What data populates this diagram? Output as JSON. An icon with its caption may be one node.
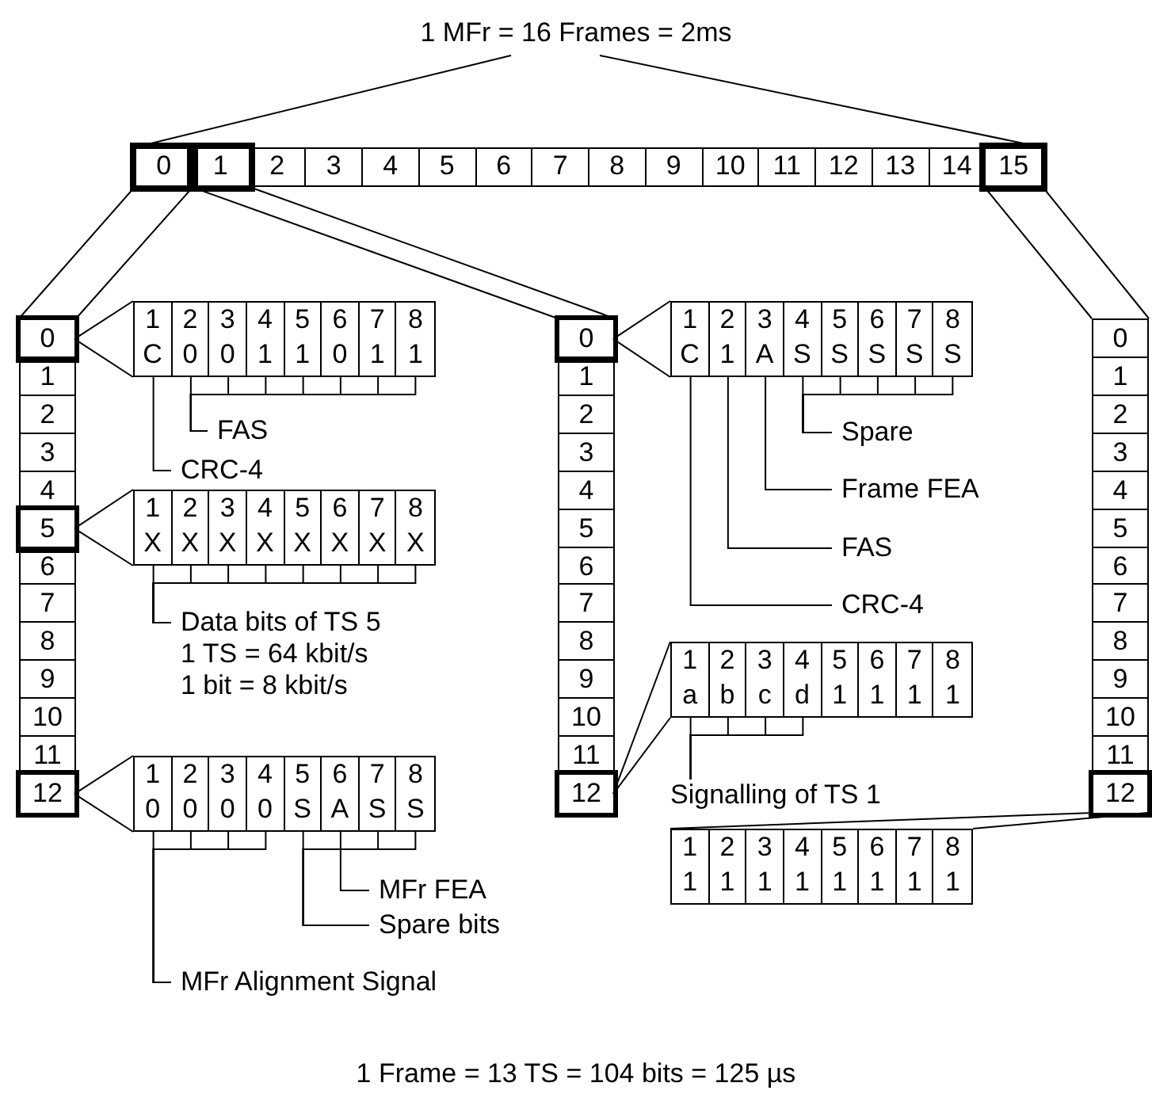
{
  "diagram": {
    "title": "1 MFr = 16 Frames = 2ms",
    "caption": "1 Frame = 13 TS = 104 bits = 125 µs",
    "nodes": [
      {
        "text": [
          "0"
        ]
      },
      {
        "text": [
          "1"
        ]
      },
      {
        "text": [
          "2"
        ]
      },
      {
        "text": [
          "3"
        ]
      },
      {
        "text": [
          "4"
        ]
      },
      {
        "text": [
          "5"
        ]
      },
      {
        "text": [
          "6"
        ]
      },
      {
        "text": [
          "7"
        ]
      },
      {
        "text": [
          "8"
        ]
      },
      {
        "text": [
          "9"
        ]
      },
      {
        "text": [
          "10"
        ]
      },
      {
        "text": [
          "11"
        ]
      },
      {
        "text": [
          "12"
        ]
      },
      {
        "text": [
          "13"
        ]
      },
      {
        "text": [
          "14"
        ]
      },
      {
        "text": [
          "15"
        ]
      },
      {
        "text": [],
        "shape": "box"
      },
      {
        "text": [
          "0"
        ],
        "in": 16
      },
      {
        "text": [
          "1"
        ],
        "in": 16
      },
      {
        "text": [
          "2"
        ],
        "in": 16
      },
      {
        "text": [
          "3"
        ],
        "in": 16
      },
      {
        "text": [
          "4"
        ],
        "in": 16
      },
      {
        "text": [
          "5"
        ],
        "in": 16
      },
      {
        "text": [
          "6"
        ],
        "in": 16
      },
      {
        "text": [
          "7"
        ],
        "in": 16
      },
      {
        "text": [
          "8"
        ],
        "in": 16
      },
      {
        "text": [
          "9"
        ],
        "in": 16
      },
      {
        "text": [
          "10"
        ],
        "in": 16
      },
      {
        "text": [
          "11"
        ],
        "in": 16
      },
      {
        "text": [
          "12"
        ],
        "in": 16
      },
      {
        "text": [],
        "shape": "box"
      },
      {
        "text": [
          "1",
          "C"
        ],
        "in": 30
      },
      {
        "text": [
          "2",
          "0"
        ],
        "in": 30
      },
      {
        "text": [
          "3",
          "0"
        ],
        "in": 30
      },
      {
        "text": [
          "4",
          "1"
        ],
        "in": 30
      },
      {
        "text": [
          "5",
          "1"
        ],
        "in": 30
      },
      {
        "text": [
          "6",
          "0"
        ],
        "in": 30
      },
      {
        "text": [
          "7",
          "1"
        ],
        "in": 30
      },
      {
        "text": [
          "8",
          "1"
        ],
        "in": 30
      },
      {
        "text": [
          "FAS"
        ]
      },
      {
        "text": [
          "CRC-4"
        ]
      },
      {
        "text": [],
        "shape": "box"
      },
      {
        "text": [
          "1",
          "X"
        ],
        "in": 41
      },
      {
        "text": [
          "2",
          "X"
        ],
        "in": 41
      },
      {
        "text": [
          "3",
          "X"
        ],
        "in": 41
      },
      {
        "text": [
          "4",
          "X"
        ],
        "in": 41
      },
      {
        "text": [
          "5",
          "X"
        ],
        "in": 41
      },
      {
        "text": [
          "6",
          "X"
        ],
        "in": 41
      },
      {
        "text": [
          "7",
          "X"
        ],
        "in": 41
      },
      {
        "text": [
          "8",
          "X"
        ],
        "in": 41
      },
      {
        "text": [
          "Data bits of TS 5",
          "1 TS = 64 kbit/s",
          "1 bit = 8 kbit/s"
        ]
      },
      {
        "text": [],
        "shape": "box"
      },
      {
        "text": [
          "1",
          "0"
        ],
        "in": 51
      },
      {
        "text": [
          "2",
          "0"
        ],
        "in": 51
      },
      {
        "text": [
          "3",
          "0"
        ],
        "in": 51
      },
      {
        "text": [
          "4",
          "0"
        ],
        "in": 51
      },
      {
        "text": [
          "5",
          "S"
        ],
        "in": 51
      },
      {
        "text": [
          "6",
          "A"
        ],
        "in": 51
      },
      {
        "text": [
          "7",
          "S"
        ],
        "in": 51
      },
      {
        "text": [
          "8",
          "S"
        ],
        "in": 51
      },
      {
        "text": [
          "MFr FEA"
        ]
      },
      {
        "text": [
          "Spare bits"
        ]
      },
      {
        "text": [
          "MFr Alignment Signal"
        ]
      },
      {
        "text": [],
        "shape": "box"
      },
      {
        "text": [
          "0"
        ],
        "in": 63
      },
      {
        "text": [
          "1"
        ],
        "in": 63
      },
      {
        "text": [
          "2"
        ],
        "in": 63
      },
      {
        "text": [
          "3"
        ],
        "in": 63
      },
      {
        "text": [
          "4"
        ],
        "in": 63
      },
      {
        "text": [
          "5"
        ],
        "in": 63
      },
      {
        "text": [
          "6"
        ],
        "in": 63
      },
      {
        "text": [
          "7"
        ],
        "in": 63
      },
      {
        "text": [
          "8"
        ],
        "in": 63
      },
      {
        "text": [
          "9"
        ],
        "in": 63
      },
      {
        "text": [
          "10"
        ],
        "in": 63
      },
      {
        "text": [
          "11"
        ],
        "in": 63
      },
      {
        "text": [
          "12"
        ],
        "in": 63
      },
      {
        "text": [],
        "shape": "box"
      },
      {
        "text": [
          "1",
          "C"
        ],
        "in": 77
      },
      {
        "text": [
          "2",
          "1"
        ],
        "in": 77
      },
      {
        "text": [
          "3",
          "A"
        ],
        "in": 77
      },
      {
        "text": [
          "4",
          "S"
        ],
        "in": 77
      },
      {
        "text": [
          "5",
          "S"
        ],
        "in": 77
      },
      {
        "text": [
          "6",
          "S"
        ],
        "in": 77
      },
      {
        "text": [
          "7",
          "S"
        ],
        "in": 77
      },
      {
        "text": [
          "8",
          "S"
        ],
        "in": 77
      },
      {
        "text": [
          "Spare"
        ]
      },
      {
        "text": [
          "Frame FEA"
        ]
      },
      {
        "text": [
          "FAS"
        ]
      },
      {
        "text": [
          "CRC-4"
        ]
      },
      {
        "text": [],
        "shape": "box"
      },
      {
        "text": [
          "1",
          "a"
        ],
        "in": 90
      },
      {
        "text": [
          "2",
          "b"
        ],
        "in": 90
      },
      {
        "text": [
          "3",
          "c"
        ],
        "in": 90
      },
      {
        "text": [
          "4",
          "d"
        ],
        "in": 90
      },
      {
        "text": [
          "5",
          "1"
        ],
        "in": 90
      },
      {
        "text": [
          "6",
          "1"
        ],
        "in": 90
      },
      {
        "text": [
          "7",
          "1"
        ],
        "in": 90
      },
      {
        "text": [
          "8",
          "1"
        ],
        "in": 90
      },
      {
        "text": [
          "Signalling of TS 1"
        ]
      },
      {
        "text": [],
        "shape": "box"
      },
      {
        "text": [
          "0"
        ],
        "in": 100
      },
      {
        "text": [
          "1"
        ],
        "in": 100
      },
      {
        "text": [
          "2"
        ],
        "in": 100
      },
      {
        "text": [
          "3"
        ],
        "in": 100
      },
      {
        "text": [
          "4"
        ],
        "in": 100
      },
      {
        "text": [
          "5"
        ],
        "in": 100
      },
      {
        "text": [
          "6"
        ],
        "in": 100
      },
      {
        "text": [
          "7"
        ],
        "in": 100
      },
      {
        "text": [
          "8"
        ],
        "in": 100
      },
      {
        "text": [
          "9"
        ],
        "in": 100
      },
      {
        "text": [
          "10"
        ],
        "in": 100
      },
      {
        "text": [
          "11"
        ],
        "in": 100
      },
      {
        "text": [
          "12"
        ],
        "in": 100
      },
      {
        "text": [],
        "shape": "box"
      },
      {
        "text": [
          "1",
          "1"
        ],
        "in": 114
      },
      {
        "text": [
          "2",
          "1"
        ],
        "in": 114
      },
      {
        "text": [
          "3",
          "1"
        ],
        "in": 114
      },
      {
        "text": [
          "4",
          "1"
        ],
        "in": 114
      },
      {
        "text": [
          "5",
          "1"
        ],
        "in": 114
      },
      {
        "text": [
          "6",
          "1"
        ],
        "in": 114
      },
      {
        "text": [
          "7",
          "1"
        ],
        "in": 114
      },
      {
        "text": [
          "8",
          "1"
        ],
        "in": 114
      }
    ],
    "edges": [
      {
        "from": 0,
        "to": 16,
        "arrow": "none"
      },
      {
        "from": 0,
        "to": 16,
        "arrow": "none"
      },
      {
        "from": 1,
        "to": 63,
        "arrow": "none"
      },
      {
        "from": 1,
        "to": 63,
        "arrow": "none"
      },
      {
        "from": 15,
        "to": 100,
        "arrow": "none"
      },
      {
        "from": 15,
        "to": 100,
        "arrow": "none"
      },
      {
        "from": 17,
        "to": 30,
        "arrow": "none"
      },
      {
        "from": 17,
        "to": 30,
        "arrow": "none"
      },
      {
        "from": 22,
        "to": 41,
        "arrow": "none"
      },
      {
        "from": 22,
        "to": 41,
        "arrow": "none"
      },
      {
        "from": 29,
        "to": 51,
        "arrow": "none"
      },
      {
        "from": 29,
        "to": 51,
        "arrow": "none"
      },
      {
        "from": 64,
        "to": 77,
        "arrow": "none"
      },
      {
        "from": 64,
        "to": 77,
        "arrow": "none"
      },
      {
        "from": 76,
        "to": 90,
        "arrow": "none"
      },
      {
        "from": 76,
        "to": 90,
        "arrow": "none"
      },
      {
        "from": 113,
        "to": 114,
        "arrow": "none"
      },
      {
        "from": 113,
        "to": 114,
        "arrow": "none"
      },
      {
        "from": 39,
        "to": 32,
        "arrow": "none"
      },
      {
        "from": 39,
        "to": 33,
        "arrow": "none"
      },
      {
        "from": 39,
        "to": 34,
        "arrow": "none"
      },
      {
        "from": 39,
        "to": 35,
        "arrow": "none"
      },
      {
        "from": 39,
        "to": 36,
        "arrow": "none"
      },
      {
        "from": 39,
        "to": 37,
        "arrow": "none"
      },
      {
        "from": 39,
        "to": 38,
        "arrow": "none"
      },
      {
        "from": 40,
        "to": 31,
        "arrow": "none"
      },
      {
        "from": 50,
        "to": 42,
        "arrow": "none"
      },
      {
        "from": 50,
        "to": 43,
        "arrow": "none"
      },
      {
        "from": 50,
        "to": 44,
        "arrow": "none"
      },
      {
        "from": 50,
        "to": 45,
        "arrow": "none"
      },
      {
        "from": 50,
        "to": 46,
        "arrow": "none"
      },
      {
        "from": 50,
        "to": 47,
        "arrow": "none"
      },
      {
        "from": 50,
        "to": 48,
        "arrow": "none"
      },
      {
        "from": 50,
        "to": 49,
        "arrow": "none"
      },
      {
        "from": 60,
        "to": 57,
        "arrow": "none"
      },
      {
        "from": 61,
        "to": 56,
        "arrow": "none"
      },
      {
        "from": 61,
        "to": 58,
        "arrow": "none"
      },
      {
        "from": 61,
        "to": 59,
        "arrow": "none"
      },
      {
        "from": 62,
        "to": 52,
        "arrow": "none"
      },
      {
        "from": 62,
        "to": 53,
        "arrow": "none"
      },
      {
        "from": 62,
        "to": 54,
        "arrow": "none"
      },
      {
        "from": 62,
        "to": 55,
        "arrow": "none"
      },
      {
        "from": 86,
        "to": 81,
        "arrow": "none"
      },
      {
        "from": 86,
        "to": 82,
        "arrow": "none"
      },
      {
        "from": 86,
        "to": 83,
        "arrow": "none"
      },
      {
        "from": 86,
        "to": 84,
        "arrow": "none"
      },
      {
        "from": 86,
        "to": 85,
        "arrow": "none"
      },
      {
        "from": 87,
        "to": 80,
        "arrow": "none"
      },
      {
        "from": 88,
        "to": 79,
        "arrow": "none"
      },
      {
        "from": 89,
        "to": 78,
        "arrow": "none"
      },
      {
        "from": 99,
        "to": 91,
        "arrow": "none"
      },
      {
        "from": 99,
        "to": 92,
        "arrow": "none"
      },
      {
        "from": 99,
        "to": 93,
        "arrow": "none"
      },
      {
        "from": 99,
        "to": 94,
        "arrow": "none"
      }
    ]
  }
}
